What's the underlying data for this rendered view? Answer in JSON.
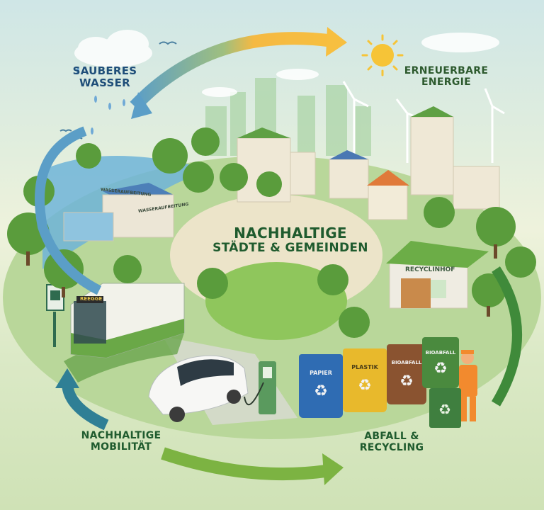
{
  "diagram": {
    "title": "Nachhaltige Städte & Gemeinden",
    "center": {
      "line1": "NACHHALTIGE",
      "line2": "STÄDTE & GEMEINDEN"
    },
    "sections": [
      {
        "id": "water",
        "line1": "SAUBERES",
        "line2": "WASSER",
        "color": "#1f4e79"
      },
      {
        "id": "energy",
        "line1": "ERNEUERBARE",
        "line2": "ENERGIE",
        "color": "#2d5a2e"
      },
      {
        "id": "mobility",
        "line1": "NACHHALTIGE",
        "line2": "MOBILITÄT",
        "color": "#1f5b2e"
      },
      {
        "id": "waste",
        "line1": "ABFALL &",
        "line2": "RECYCLING",
        "color": "#1f5b2e"
      }
    ],
    "signs": {
      "water_plant_left": "WASSERAUFBEITUNG",
      "water_plant_right": "WASSERAUFBEITUNG",
      "bus_display": "REEGGE",
      "recycling_center": "RECYCLINHOF"
    },
    "bins": [
      {
        "label": "PAPIER",
        "color": "#2f6cb3"
      },
      {
        "label": "PLASTIK",
        "color": "#e8b92c"
      },
      {
        "label": "BIOABFALL",
        "color": "#8a5330"
      },
      {
        "label": "BIOABFALL",
        "color": "#4a8a3e"
      }
    ],
    "recycle_symbol": "♻",
    "arrows": [
      {
        "from": "water",
        "to": "energy",
        "colors": [
          "#5b9ec7",
          "#f5b942"
        ]
      },
      {
        "from": "energy",
        "to": "waste",
        "colors": [
          "#3f8a3a"
        ]
      },
      {
        "from": "waste",
        "to": "mobility",
        "colors": [
          "#7cb342"
        ]
      },
      {
        "from": "mobility",
        "to": "water",
        "colors": [
          "#2f7f95",
          "#4a9bc9"
        ]
      }
    ],
    "colors": {
      "sky": "#cfe6e6",
      "ground": "#cfe2b6",
      "road": "#e8e2cf",
      "tree": "#4f9a3a",
      "sun": "#f6c437"
    }
  }
}
